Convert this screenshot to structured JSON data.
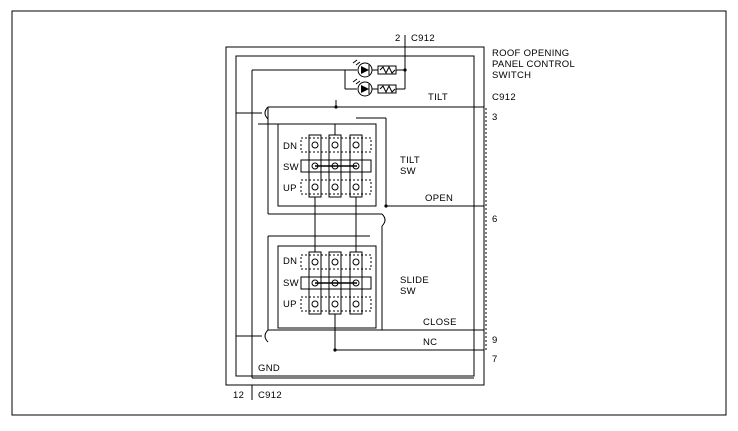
{
  "connector": {
    "top_pin": "2",
    "top_id": "C912",
    "bottom_pin": "12",
    "bottom_id": "C912",
    "right_id": "C912",
    "right_pins": [
      "3",
      "6",
      "9",
      "7"
    ]
  },
  "switch_title": [
    "ROOF OPENING",
    "PANEL CONTROL",
    "SWITCH"
  ],
  "wires": {
    "tilt": "TILT",
    "open": "OPEN",
    "close": "CLOSE",
    "nc": "NC",
    "gnd": "GND"
  },
  "tilt_switch": {
    "label": [
      "TILT",
      "SW"
    ],
    "rows": [
      "DN",
      "SW",
      "UP"
    ]
  },
  "slide_switch": {
    "label": [
      "SLIDE",
      "SW"
    ],
    "rows": [
      "DN",
      "SW",
      "UP"
    ]
  },
  "icons": [
    "led-icon",
    "resistor-icon",
    "diode-icon",
    "switch-contact-icon"
  ]
}
